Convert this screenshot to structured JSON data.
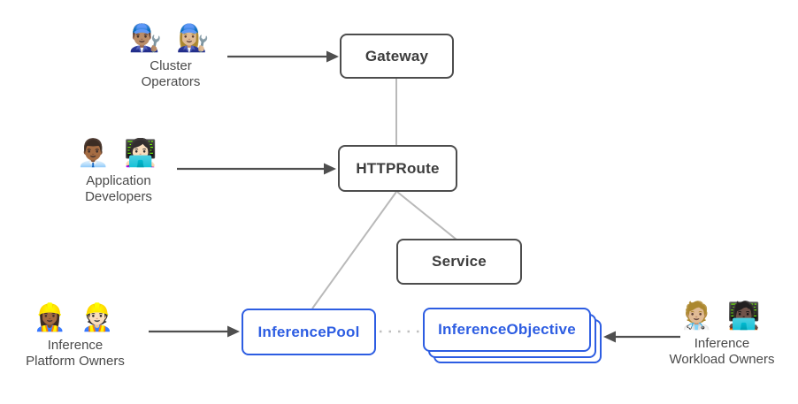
{
  "diagram": {
    "nodes": {
      "gateway": {
        "label": "Gateway"
      },
      "httproute": {
        "label": "HTTPRoute"
      },
      "service": {
        "label": "Service"
      },
      "inference_pool": {
        "label": "InferencePool"
      },
      "inference_objective": {
        "label": "InferenceObjective"
      }
    },
    "personas": {
      "cluster_operators": {
        "line1": "Cluster",
        "line2": "Operators",
        "icon1": "👨🏽‍🔧",
        "icon2": "👩🏼‍🔧"
      },
      "application_developers": {
        "line1": "Application",
        "line2": "Developers",
        "icon1": "👨🏾‍💼",
        "icon2": "👩🏻‍💻"
      },
      "inference_platform_owners": {
        "line1": "Inference",
        "line2": "Platform Owners",
        "icon1": "👷🏾‍♀️",
        "icon2": "👷🏻"
      },
      "inference_workload_owners": {
        "line1": "Inference",
        "line2": "Workload Owners",
        "icon1": "🧑🏼‍⚕️",
        "icon2": "🧑🏿‍💻"
      }
    },
    "colors": {
      "node_border": "#4d4d4d",
      "node_text": "#3d3d3d",
      "highlight_blue": "#2d5de2",
      "connector_gray": "#b9b9b9",
      "dotted_gray": "#c0c0c0",
      "arrow_gray": "#4f4f4f",
      "persona_text": "#4a4a4a",
      "background": "#ffffff"
    }
  }
}
